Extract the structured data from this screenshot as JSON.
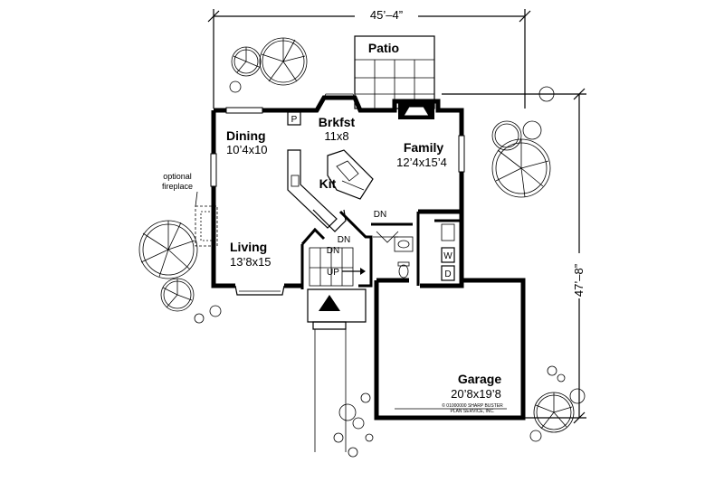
{
  "dimensions": {
    "width_label": "45’–4”",
    "depth_label": "47’–8”"
  },
  "rooms": {
    "patio": {
      "name": "Patio"
    },
    "dining": {
      "name": "Dining",
      "size": "10’4x10"
    },
    "brkfst": {
      "name": "Brkfst",
      "size": "11x8"
    },
    "family": {
      "name": "Family",
      "size": "12’4x15’4"
    },
    "kit": {
      "name": "Kit"
    },
    "living": {
      "name": "Living",
      "size": "13’8x15"
    },
    "garage": {
      "name": "Garage",
      "size": "20’8x19’8"
    }
  },
  "annotations": {
    "optional_line1": "optional",
    "optional_line2": "fireplace",
    "pantry": "P",
    "washer": "W",
    "dryer": "D",
    "down1": "DN",
    "down2": "DN",
    "down3": "DN",
    "up": "UP"
  },
  "copyright": {
    "line1": "© 01000000 SHARP BUSTER",
    "line2": "PLAN SERVICE, INC."
  }
}
